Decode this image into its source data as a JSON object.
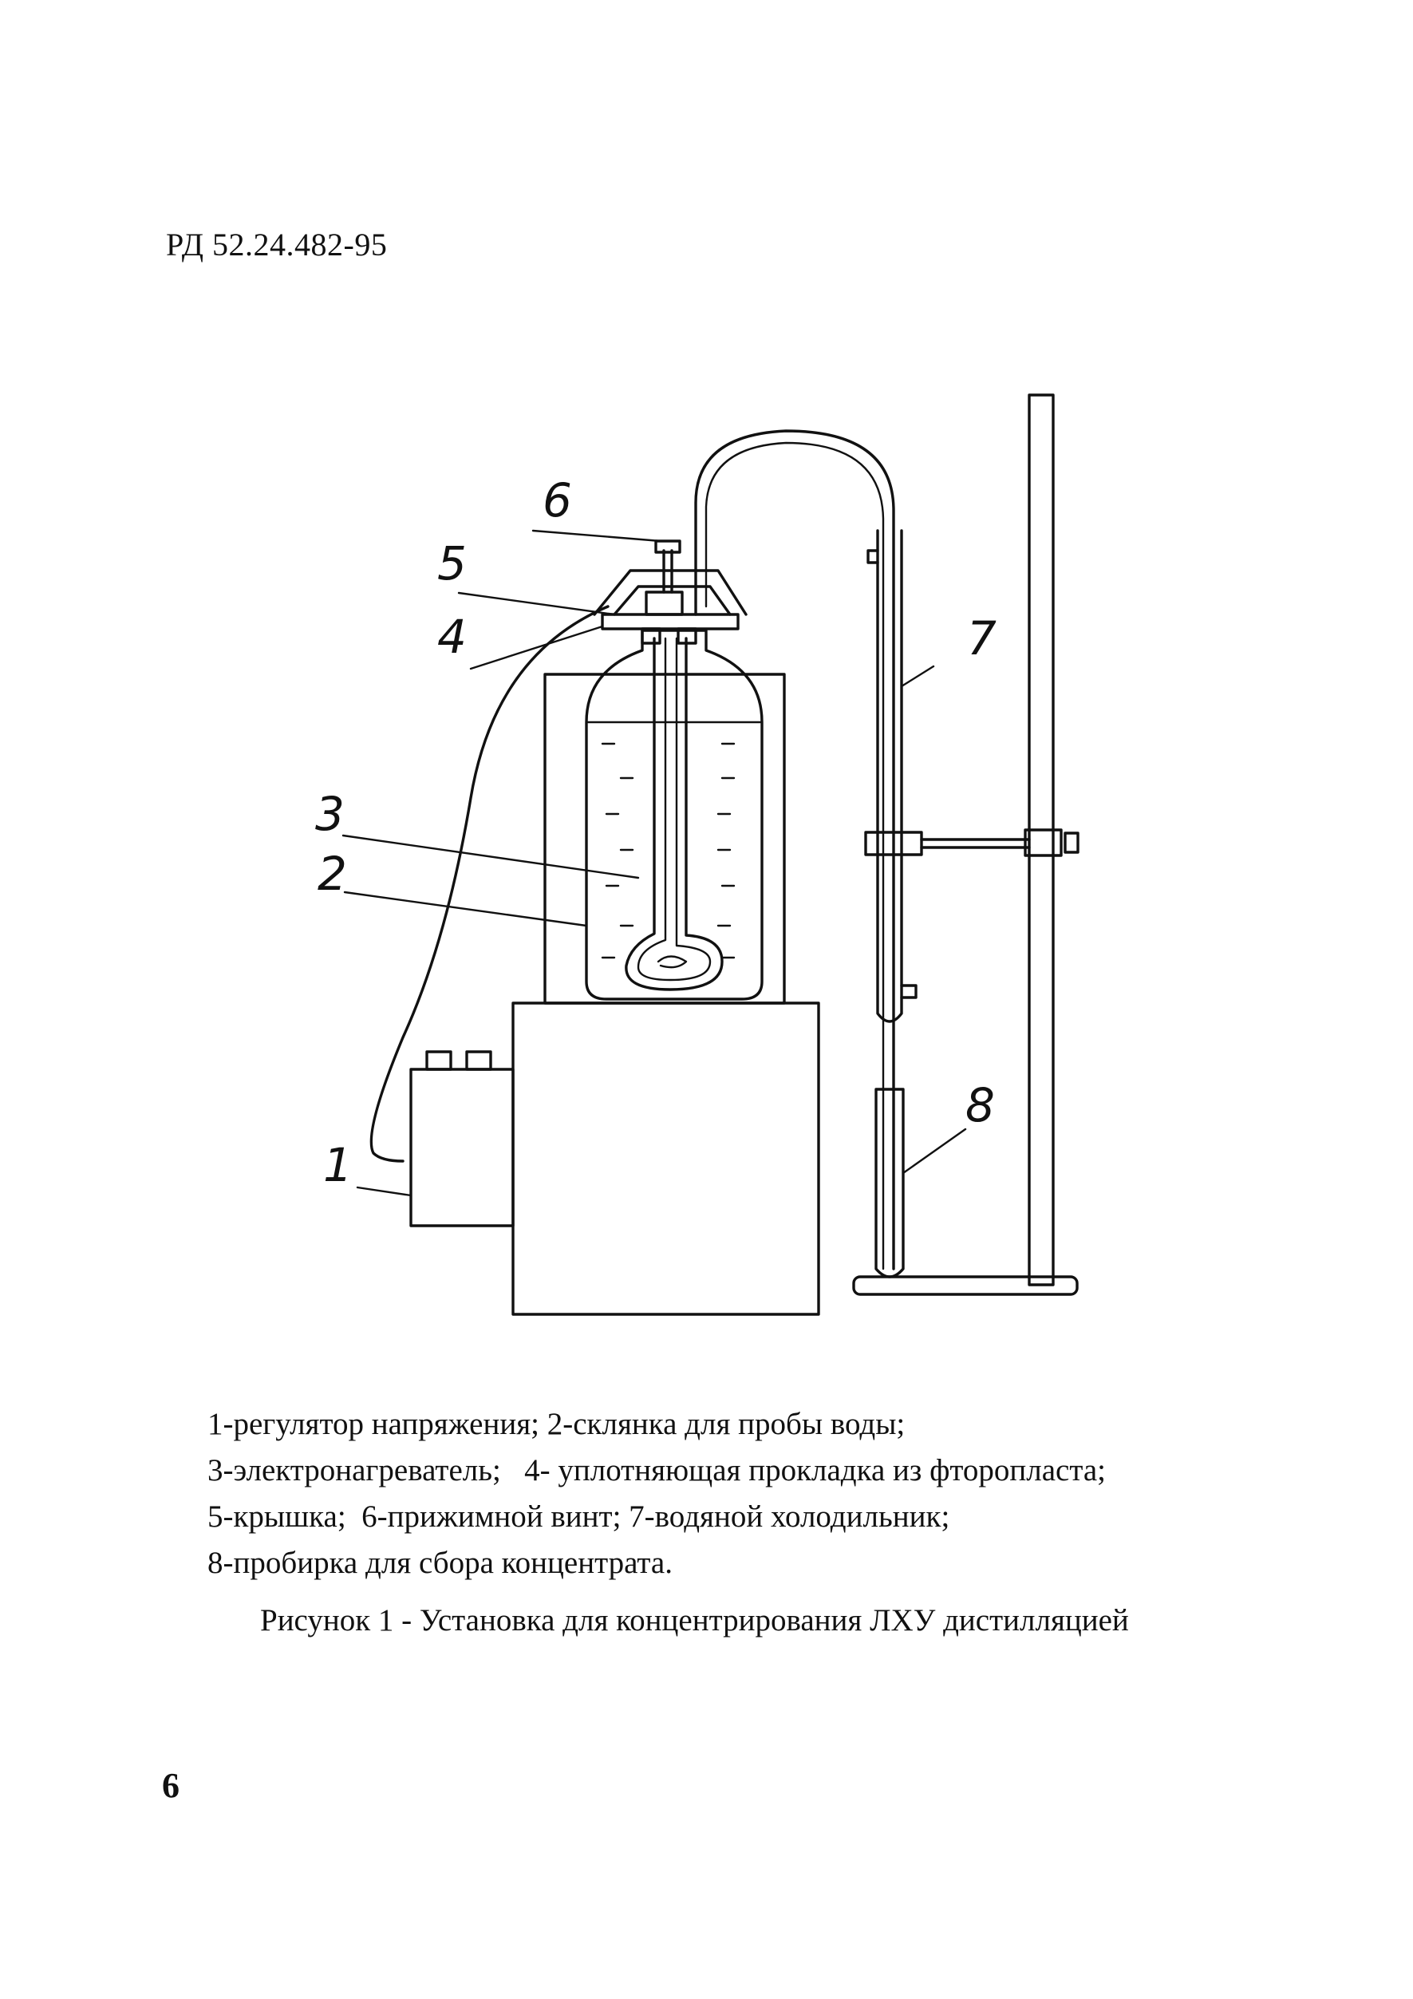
{
  "document": {
    "header": "РД 52.24.482-95",
    "legend_lines": [
      "1-регулятор напряжения; 2-склянка для пробы воды;",
      "3-электронагреватель;   4- уплотняющая прокладка из фторопласта;",
      "5-крышка;  6-прижимной винт; 7-водяной холодильник;",
      "8-пробирка для сбора концентрата."
    ],
    "caption": "Рисунок 1 - Установка для концентрирования ЛХУ дистилляцией",
    "page_number": "6"
  },
  "figure": {
    "labels": [
      "1",
      "2",
      "3",
      "4",
      "5",
      "6",
      "7",
      "8"
    ]
  }
}
